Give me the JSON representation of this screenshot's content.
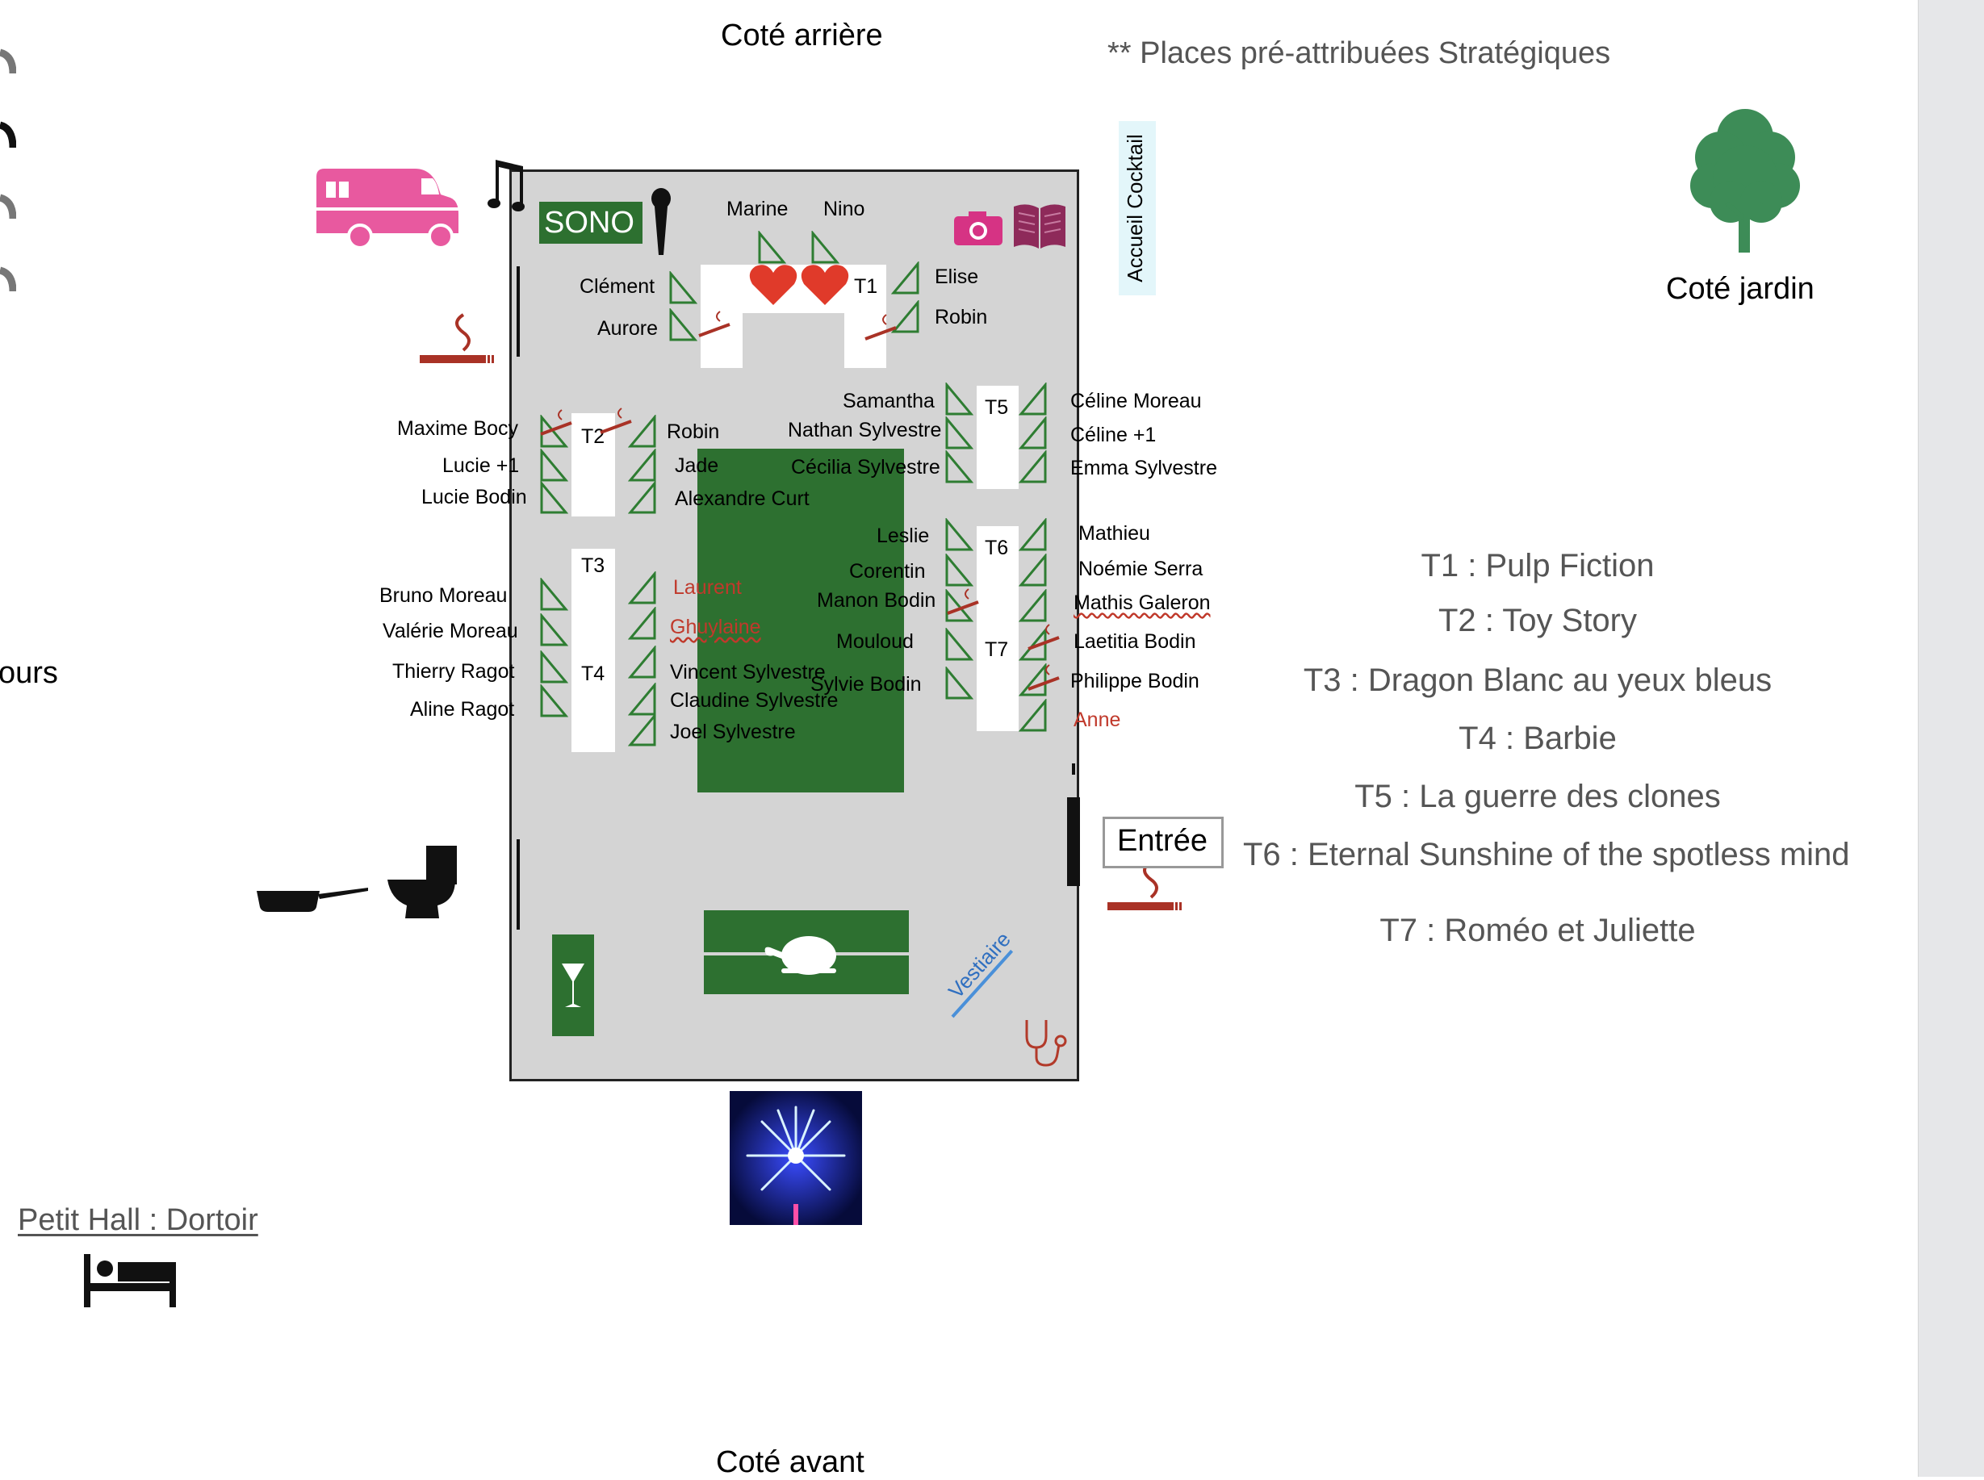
{
  "headings": {
    "back": "Coté arrière",
    "front": "Coté avant",
    "garden": "Coté jardin",
    "note": "** Places pré-attribuées Stratégiques",
    "partial_left": "ours",
    "cocktail": "Accueil Cocktail",
    "entrance": "Entrée",
    "cloakroom": "Vestiaire",
    "dormitory": "Petit Hall : Dortoir"
  },
  "sono": "SONO",
  "tables": {
    "t1": "T1",
    "t2": "T2",
    "t3": "T3",
    "t4": "T4",
    "t5": "T5",
    "t6": "T6",
    "t7": "T7"
  },
  "guests": {
    "marine": "Marine",
    "nino": "Nino",
    "clement": "Clément",
    "aurore": "Aurore",
    "elise": "Elise",
    "robin_t1": "Robin",
    "maxime": "Maxime Bocy",
    "lucie_plus": "Lucie +1",
    "lucie_bodin": "Lucie Bodin",
    "robin_t2": "Robin",
    "jade": "Jade",
    "alexandre": "Alexandre Curt",
    "samantha": "Samantha",
    "nathan": "Nathan Sylvestre",
    "cecilia": "Cécilia Sylvestre",
    "celine_moreau": "Céline Moreau",
    "celine_plus": "Céline +1",
    "emma": "Emma Sylvestre",
    "bruno": "Bruno Moreau",
    "valerie": "Valérie Moreau",
    "thierry": "Thierry Ragot",
    "aline": "Aline Ragot",
    "laurent": "Laurent",
    "ghuylaine": "Ghuylaine",
    "vincent": "Vincent Sylvestre",
    "claudine": "Claudine Sylvestre",
    "joel": "Joel Sylvestre",
    "leslie": "Leslie",
    "corentin": "Corentin",
    "manon": "Manon Bodin",
    "mouloud": "Mouloud",
    "sylvie": "Sylvie Bodin",
    "mathieu": "Mathieu",
    "noemie": "Noémie Serra",
    "mathis": "Mathis Galeron",
    "laetitia": "Laetitia Bodin",
    "philippe": "Philippe Bodin",
    "anne": "Anne"
  },
  "legend": [
    "T1 : Pulp Fiction",
    "T2 : Toy Story",
    "T3 : Dragon Blanc au yeux bleus",
    "T4 : Barbie",
    "T5 : La guerre des clones",
    "T6 : Eternal Sunshine of the spotless mind",
    "T7 : Roméo et Juliette"
  ],
  "colors": {
    "room": "#d4d4d4",
    "accent_green": "#2d7030",
    "seat_green": "#2e7d32",
    "camper_pink": "#e8599f",
    "smoke_red": "#a93226",
    "tree_green": "#3d8c57",
    "legend_gray": "#555555"
  },
  "icons": [
    "camper-icon",
    "music-note-icon",
    "microphone-icon",
    "camera-icon",
    "book-icon",
    "heart-icon",
    "cigarette-icon",
    "tree-icon",
    "pan-icon",
    "toilet-icon",
    "cocktail-glass-icon",
    "roast-chicken-icon",
    "fireworks-icon",
    "stethoscope-icon",
    "bed-icon"
  ]
}
